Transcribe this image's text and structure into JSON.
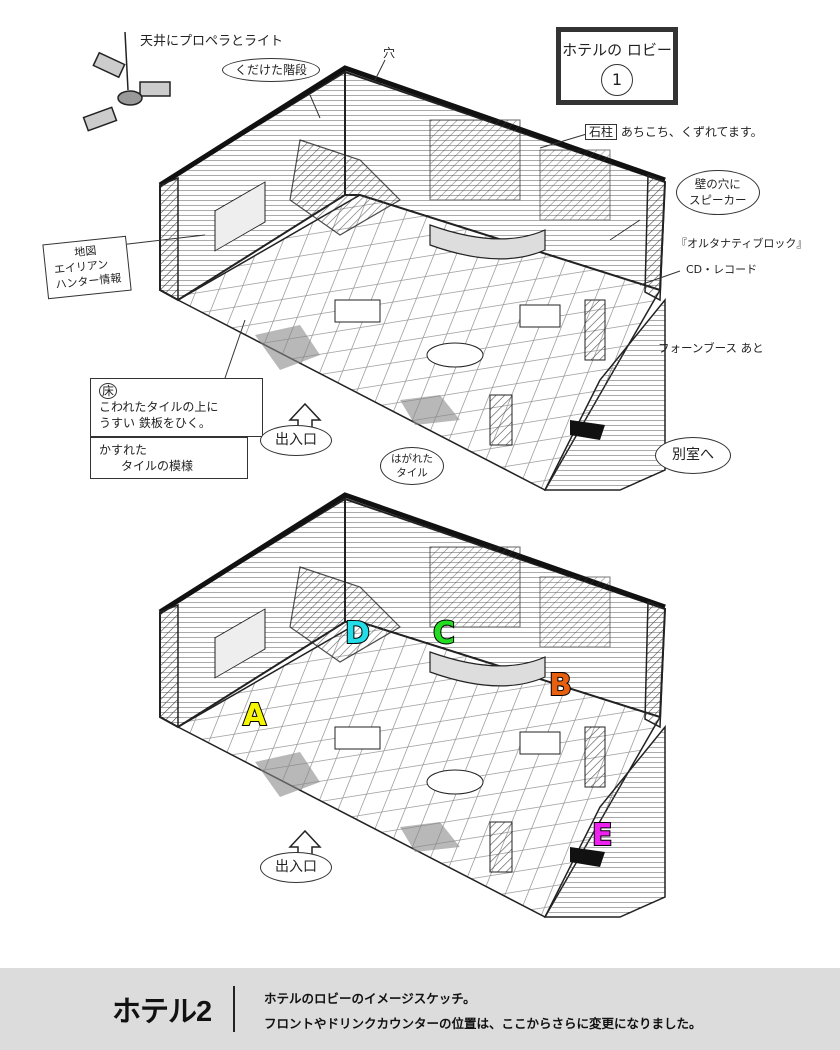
{
  "sketch1": {
    "title": "ホテルの ロビー",
    "number": "1",
    "notes": {
      "ceiling_fan": "天井にプロペラとライト",
      "broken_stairs": "くだけた階段",
      "hole": "穴",
      "stone_pillar_tag": "石柱",
      "stone_pillar": "あちこち、くずれてます。",
      "wall_hole": "壁の穴に",
      "speaker": "スピーカー",
      "music": "『オルタナティブロック』",
      "records": "CD・レコード",
      "phone_booth": "フォーンブース あと",
      "map_title": "地図",
      "map_line1": "エイリアン",
      "map_line2": "ハンター情報",
      "floor_tag": "床",
      "floor_line1": "こわれたタイルの上に",
      "floor_line2": "うすい 鉄板をひく。",
      "faded_line1": "かすれた",
      "faded_line2": "タイルの模様",
      "entrance": "出入口",
      "peeled_line1": "はがれた",
      "peeled_line2": "タイル",
      "annex": "別室へ"
    }
  },
  "sketch2": {
    "entrance": "出入口",
    "markers": [
      {
        "label": "A",
        "color": "#f5f500"
      },
      {
        "label": "B",
        "color": "#e8600f"
      },
      {
        "label": "C",
        "color": "#22dd22"
      },
      {
        "label": "D",
        "color": "#22dde8"
      },
      {
        "label": "E",
        "color": "#ee22ee"
      }
    ]
  },
  "caption": {
    "title": "ホテル2",
    "line1": "ホテルのロビーのイメージスケッチ。",
    "line2": "フロントやドリンクカウンターの位置は、ここからさらに変更になりました。"
  }
}
